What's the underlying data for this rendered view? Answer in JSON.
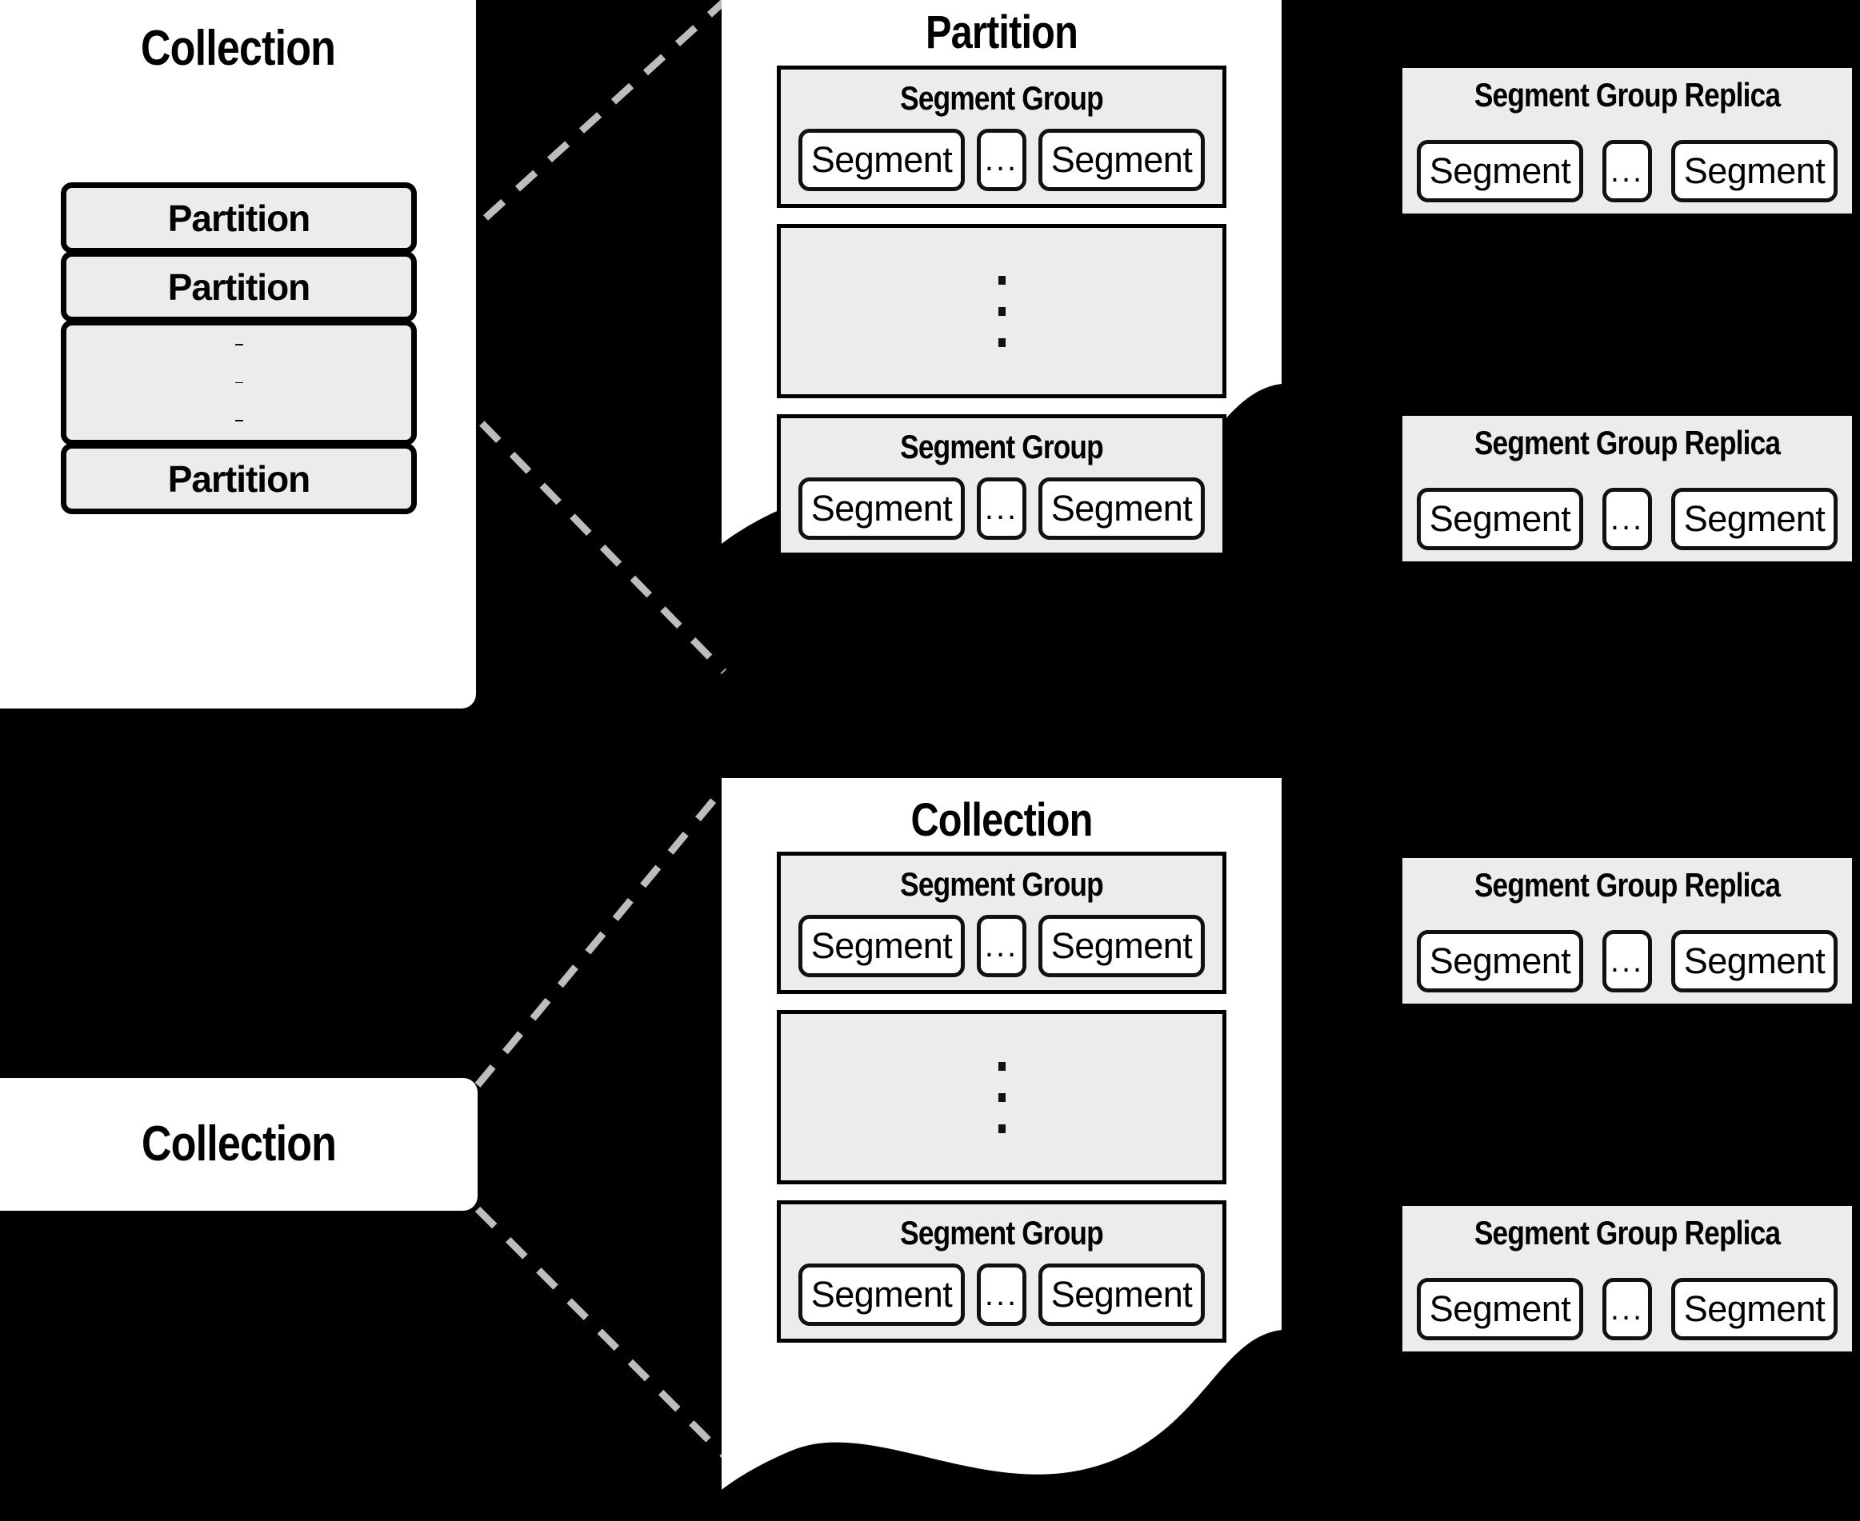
{
  "diagram": {
    "title": "Collection / Partition / Segment Group / Segment Group Replica hierarchy",
    "colors": {
      "background": "#000000",
      "card": "#ffffff",
      "panel_fill": "#ececec",
      "stroke": "#000000",
      "connector": "#bdbdbd"
    },
    "labels": {
      "collection": "Collection",
      "partition": "Partition",
      "segment_group": "Segment Group",
      "segment_group_replica": "Segment Group Replica",
      "segment": "Segment",
      "horizontal_ellipsis": "...",
      "vertical_ellipsis": "⋮"
    }
  },
  "top_collection_card": {
    "title": "Collection",
    "partitions": [
      {
        "kind": "labelled",
        "label": "Partition"
      },
      {
        "kind": "labelled",
        "label": "Partition"
      },
      {
        "kind": "ellipsis",
        "label": ""
      },
      {
        "kind": "labelled",
        "label": "Partition"
      }
    ]
  },
  "partition_panel": {
    "title": "Partition",
    "segment_groups": [
      {
        "kind": "group",
        "title": "Segment Group",
        "segments": [
          "Segment",
          "...",
          "Segment"
        ]
      },
      {
        "kind": "ellipsis",
        "title": "",
        "segments": []
      },
      {
        "kind": "group",
        "title": "Segment Group",
        "segments": [
          "Segment",
          "...",
          "Segment"
        ]
      }
    ]
  },
  "partition_replicas": [
    {
      "title": "Segment Group Replica",
      "segments": [
        "Segment",
        "...",
        "Segment"
      ]
    },
    {
      "title": "Segment Group Replica",
      "segments": [
        "Segment",
        "...",
        "Segment"
      ]
    }
  ],
  "bottom_collection_label": {
    "title": "Collection"
  },
  "collection_panel": {
    "title": "Collection",
    "segment_groups": [
      {
        "kind": "group",
        "title": "Segment Group",
        "segments": [
          "Segment",
          "...",
          "Segment"
        ]
      },
      {
        "kind": "ellipsis",
        "title": "",
        "segments": []
      },
      {
        "kind": "group",
        "title": "Segment Group",
        "segments": [
          "Segment",
          "...",
          "Segment"
        ]
      }
    ]
  },
  "collection_replicas": [
    {
      "title": "Segment Group Replica",
      "segments": [
        "Segment",
        "...",
        "Segment"
      ]
    },
    {
      "title": "Segment Group Replica",
      "segments": [
        "Segment",
        "...",
        "Segment"
      ]
    }
  ]
}
